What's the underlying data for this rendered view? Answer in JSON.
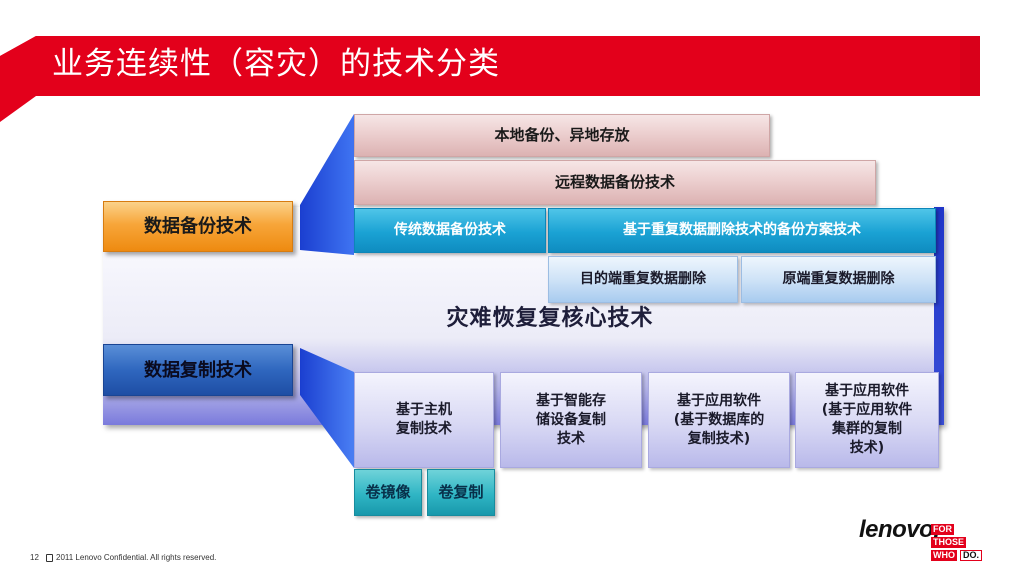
{
  "title": "业务连续性（容灾）的技术分类",
  "diagram": {
    "core_label": "灾难恢复复核心技术",
    "categories": {
      "backup": "数据备份技术",
      "replication": "数据复制技术"
    },
    "backup_tiers": {
      "local_offsite": "本地备份、异地存放",
      "remote": "远程数据备份技术",
      "traditional": "传统数据备份技术",
      "dedup_solution": "基于重复数据删除技术的备份方案技术",
      "target_dedup": "目的端重复数据删除",
      "source_dedup": "原端重复数据删除"
    },
    "replication_methods": [
      {
        "line1": "基于主机",
        "line2": "复制技术",
        "line3": "",
        "line4": ""
      },
      {
        "line1": "基于智能存",
        "line2": "储设备复制",
        "line3": "技术",
        "line4": ""
      },
      {
        "line1": "基于应用软件",
        "line2": "(基于数据库的",
        "line3": "复制技术)",
        "line4": ""
      },
      {
        "line1": "基于应用软件",
        "line2": "(基于应用软件",
        "line3": "集群的复制",
        "line4": "技术)"
      }
    ],
    "host_submethods": {
      "volume_mirror": "卷镜像",
      "volume_copy": "卷复制"
    }
  },
  "footer": {
    "page_number": "12",
    "copyright": "2011 Lenovo Confidential. All rights reserved."
  },
  "logo": {
    "wordmark": "lenovo.",
    "tagline": [
      "FOR",
      "THOSE",
      "WHO",
      "DO."
    ]
  },
  "colors": {
    "banner_red": "#e3001b",
    "backup_orange": "#f7a63a",
    "replication_blue": "#2f67bf",
    "teal": "#1aa2d4"
  }
}
